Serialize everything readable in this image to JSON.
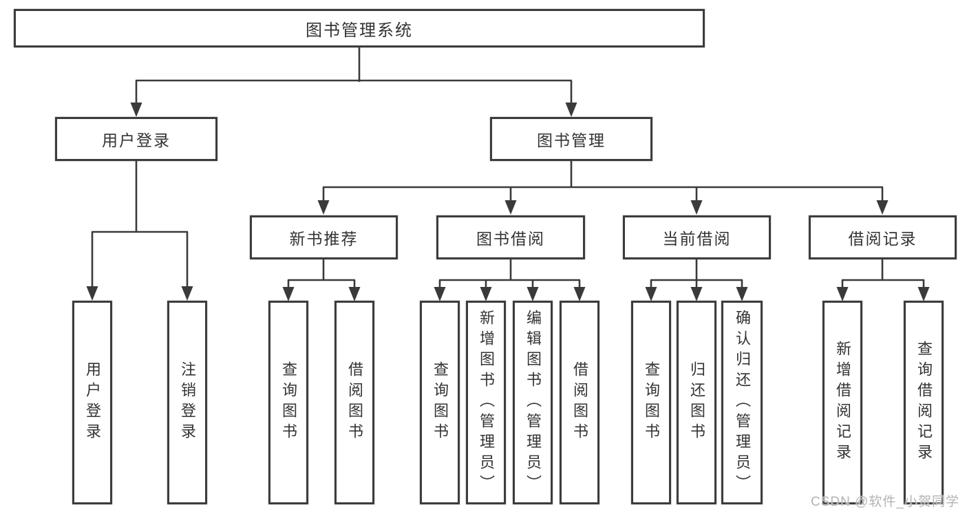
{
  "tree": {
    "label": "图书管理系统",
    "children": [
      {
        "label": "用户登录",
        "children": [
          {
            "label": "用户登录"
          },
          {
            "label": "注销登录"
          }
        ]
      },
      {
        "label": "图书管理",
        "children": [
          {
            "label": "新书推荐",
            "children": [
              {
                "label": "查询图书"
              },
              {
                "label": "借阅图书"
              }
            ]
          },
          {
            "label": "图书借阅",
            "children": [
              {
                "label": "查询图书"
              },
              {
                "label": "新增图书（管理员）"
              },
              {
                "label": "编辑图书（管理员）"
              },
              {
                "label": "借阅图书"
              }
            ]
          },
          {
            "label": "当前借阅",
            "children": [
              {
                "label": "查询图书"
              },
              {
                "label": "归还图书"
              },
              {
                "label": "确认归还（管理员）"
              }
            ]
          },
          {
            "label": "借阅记录",
            "children": [
              {
                "label": "新增借阅记录"
              },
              {
                "label": "查询借阅记录"
              }
            ]
          }
        ]
      }
    ]
  },
  "watermark": {
    "text": "CSDN @软件_小贺同学"
  },
  "colors": {
    "line": "#3a3a3a",
    "border": "#3c3c3c",
    "text": "#333333",
    "watermark": "#b3b3b3",
    "background": "#ffffff"
  }
}
